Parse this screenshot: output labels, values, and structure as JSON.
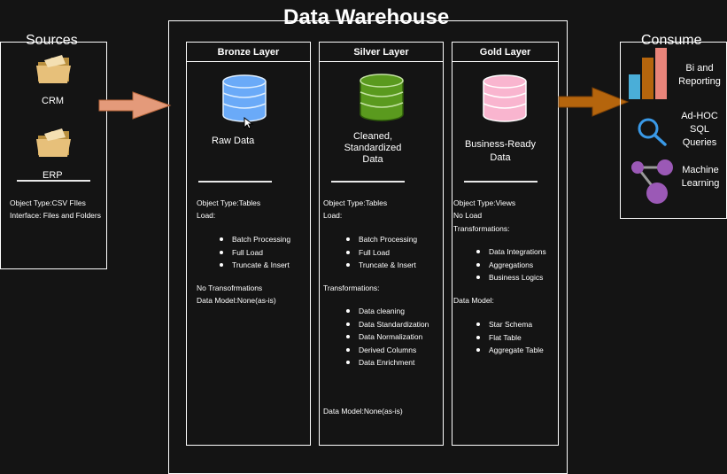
{
  "title": "Data Warehouse",
  "sources": {
    "title": "Sources",
    "items": [
      {
        "label": "CRM",
        "icon": "folder-icon"
      },
      {
        "label": "ERP",
        "icon": "folder-icon"
      }
    ],
    "info": [
      "Object Type:CSV FIles",
      "Interface: Files and Folders"
    ]
  },
  "layers": [
    {
      "title": "Bronze Layer",
      "icon": "database-icon",
      "color": "#6aaaf8",
      "caption": "Raw Data",
      "lines_a": [
        "Object Type:Tables",
        "Load:"
      ],
      "bullets_a": [
        "Batch Processing",
        "Full Load",
        "Truncate & Insert"
      ],
      "lines_b": [
        "No Transofrmations",
        "Data Model:None(as-is)"
      ]
    },
    {
      "title": "Silver Layer",
      "icon": "database-icon",
      "color": "#5a9a1e",
      "caption": "Cleaned, Standardized Data",
      "lines_a": [
        "Object Type:Tables",
        "Load:"
      ],
      "bullets_a": [
        "Batch Processing",
        "Full Load",
        "Truncate & Insert"
      ],
      "lines_b": [
        "Transformations:"
      ],
      "bullets_b": [
        "Data cleaning",
        "Data Standardization",
        "Data Normalization",
        "Derived Columns",
        "Data Enrichment"
      ],
      "lines_c": [
        "Data Model:None(as-is)"
      ]
    },
    {
      "title": "Gold Layer",
      "icon": "database-icon",
      "color": "#f9b5cf",
      "caption": "Business-Ready Data",
      "lines_a": [
        "Object Type:Views",
        "No Load",
        "Transformations:"
      ],
      "bullets_a": [
        "Data Integrations",
        "Aggregations",
        "Business Logics"
      ],
      "lines_b": [
        "Data Model:"
      ],
      "bullets_b": [
        "Star Schema",
        "Flat Table",
        "Aggregate Table"
      ]
    }
  ],
  "consume": {
    "title": "Consume",
    "items": [
      {
        "label": "Bi and Reporting",
        "icon": "bar-chart-icon"
      },
      {
        "label": "Ad-HOC SQL Queries",
        "icon": "search-icon"
      },
      {
        "label": "Machine Learning",
        "icon": "network-icon"
      }
    ]
  },
  "colors": {
    "arrow_in": "#e49a7a",
    "arrow_out": "#b5650d",
    "background": "#141414"
  }
}
